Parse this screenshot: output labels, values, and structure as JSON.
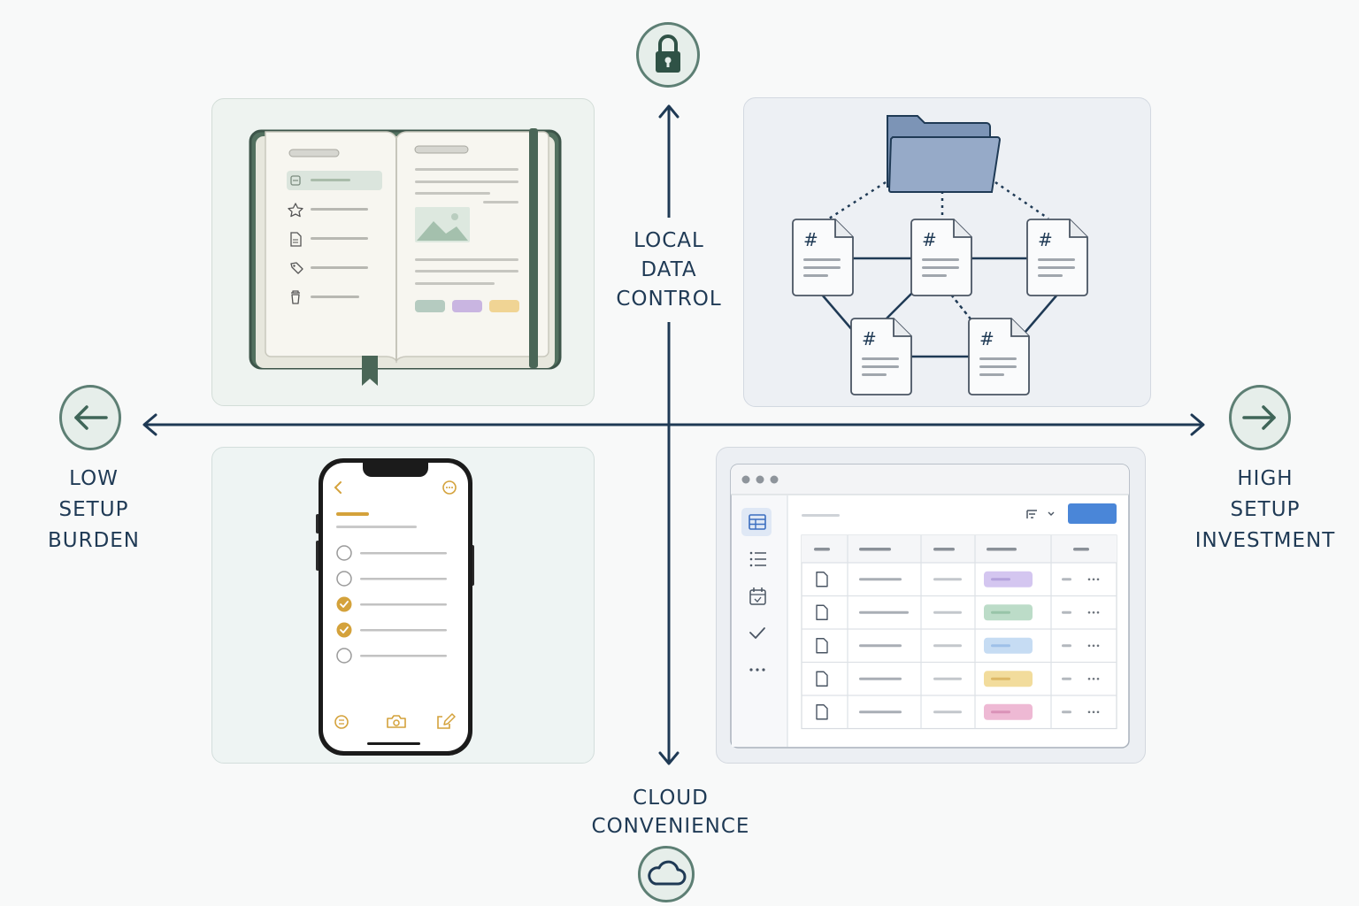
{
  "axes": {
    "top": {
      "label": "LOCAL\nDATA\nCONTROL",
      "icon": "lock-icon"
    },
    "bottom": {
      "label": "CLOUD\nCONVENIENCE",
      "icon": "cloud-icon"
    },
    "left": {
      "label": "LOW\nSETUP\nBURDEN",
      "icon": "arrow-left-icon"
    },
    "right": {
      "label": "HIGH\nSETUP\nINVESTMENT",
      "icon": "arrow-right-icon"
    }
  },
  "quadrants": {
    "top_left": "notebook-illustration",
    "top_right": "linked-notes-graph-illustration",
    "bottom_left": "phone-checklist-illustration",
    "bottom_right": "database-table-app-illustration"
  },
  "graph": {
    "note_symbol": "#"
  },
  "colors": {
    "axis": "#1f3a55",
    "accent_green": "#5d7f74",
    "folder_blue": "#8ea4c3",
    "phone_accent": "#d4a23b",
    "app_primary": "#4a86d8"
  }
}
